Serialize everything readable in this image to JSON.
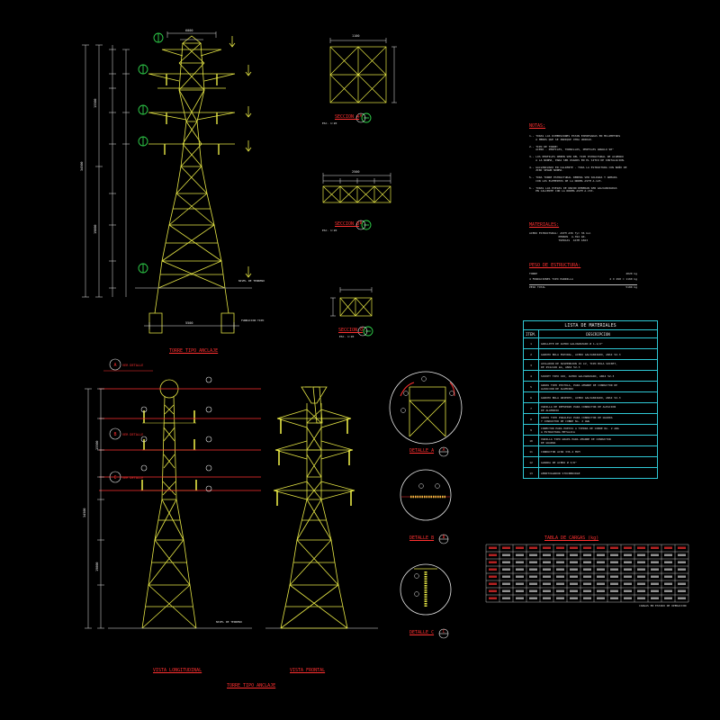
{
  "drawing": {
    "plan_title": "TORRE TIPO ANCLAJE",
    "titles": {
      "top_elevation": "TORRE TIPO ANCLAJE",
      "longitudinal": "VISTA LONGITUDINAL",
      "frontal": "VISTA FRONTAL",
      "section_a": "SECCION A",
      "section_b": "SECCION B",
      "section_c": "SECCION C",
      "detail_a": "DETALLE A",
      "detail_b": "DETALLE B",
      "detail_c": "DETALLE C"
    },
    "labels": {
      "ver_detalle": "VER DETALLE",
      "nivel_terreno": "NIVEL DE TERRENO",
      "cimentacion": "FUNDACION TIPO",
      "escala": "ESC. 1:20"
    },
    "circle_letters": [
      "A",
      "B",
      "C"
    ],
    "dimensions": {
      "top_width": "6000",
      "base_width": "5500",
      "plan_size": "1100",
      "section_width": "2500",
      "height_total": "34500",
      "height_body": "19000",
      "height_top": "15500"
    }
  },
  "notes": {
    "heading": "NOTAS:",
    "items": [
      "1.- TODAS LAS DIMENSIONES ESTAN EXPRESADAS EN MILIMETROS\n    A MENOS QUE SE INDIQUE OTRA UNIDAD.",
      "2.- TIPO DE TORRE:\n    ACERO - PERFILES, TORNILLOS, PERFILES ANGULO 90°",
      "3.- LOS PERFILES DEBEN SER DEL TIPO ESTRUCTURAL DE ACUERDO\n    A LA NORMA, PARA SER USADOS EN EL SITIO DE INSTALACION.",
      "4.- GALVANIZADO EN CALIENTE - TODA LA ESTRUCTURA CON BAÑO DE\n    ZINC SEGUN NORMA.",
      "5.- TODA TORRE ESTRUCTURAL DEBERA SER SOLDADA Y ARMADA\n    CON LOS ELEMENTOS DE LA NORMA ASTM A-123.",
      "6.- TODAS LAS PIEZAS DE UNION DEBERAN SER GALVANIZADAS\n    EN CALIENTE CON LA NORMA ASTM A-153."
    ]
  },
  "materials": {
    "heading": "MATERIALES:",
    "lines": [
      "ACERO ESTRUCTURAL: ASTM A36 fy= 36 ksi",
      "                  PERNOS  A-394 GR.",
      "                  TUERCAS  ASTM A563"
    ]
  },
  "weight": {
    "heading": "PESO DE ESTRUCTURA:",
    "rows": [
      {
        "label": "TORRE",
        "value": "4020 kg"
      },
      {
        "label": "4 FUNDACIONES TIPO PARRILLA",
        "value": "4 X 290 = 1160 kg"
      },
      {
        "label": "PESO TOTAL",
        "value": "5180 kg"
      }
    ]
  },
  "material_list": {
    "title": "LISTA DE MATERIALES",
    "col_item": "ITEM.",
    "col_desc": "DESCRIPCION",
    "rows": [
      {
        "n": "1",
        "d": "GRILLETE DE ACERO GALVANIZADO Ø 1-1/2\""
      },
      {
        "n": "2",
        "d": "GANCHO BOLA ESPIRAL, ACERO GALVANIZADO, ANSI 52-3"
      },
      {
        "n": "3",
        "d": "AISLADOR DE SUSPENSION 15 kV, TIPO BOLA SOCKET,\nDE 254x146 mm, ANSI 52-3"
      },
      {
        "n": "4",
        "d": "SOCKET TIPO OJO, ACERO GALVANIZADO, ANSI 52-3"
      },
      {
        "n": "5",
        "d": "GRAPA TIPO PISTOLA, PARA AMARRE DE CONDUCTOR DE\nALEACION DE ALUMINIO"
      },
      {
        "n": "6",
        "d": "GANCHO BOLA ABIERTO, ACERO GALVANIZADO, ANSI 52-3"
      },
      {
        "n": "7",
        "d": "VARILLA DE REFUERZO PARA CONDUCTOR DE ALEACION\nDE ALUMINIO"
      },
      {
        "n": "8",
        "d": "GRAPA TIPO PARALELO PARA CONDUCTOR DE GUARDA\nY CONDUCTOR DE COBRE No. 2 AWG"
      },
      {
        "n": "9",
        "d": "CONECTOR PARA PUESTA A TIERRA DE COBRE No. 2 AWG\nA ESTRUCTURA METALICA"
      },
      {
        "n": "10",
        "d": "VARILLA TIPO GRAPA PARA AMARRE DE CONDUCTOR\nDE GUARDA"
      },
      {
        "n": "11",
        "d": "CONDUCTOR ACSR 336.4 MCM"
      },
      {
        "n": "12",
        "d": "GUARDA DE ACERO Ø 3/8\""
      },
      {
        "n": "13",
        "d": "AMORTIGUADOR STOCKBRIDGE"
      }
    ]
  },
  "loads_table": {
    "title": "TABLA DE CARGAS (kg)",
    "footnote": "CARGAS EN ESTADO DE OPERACION"
  },
  "colors": {
    "background": "#000000",
    "tower": "#e6e645",
    "dimension": "#e8e8e8",
    "title_red": "#ff3030",
    "table_border": "#2fc9d6",
    "ground": "#9a9a9a",
    "green_marker": "#2fd14a"
  }
}
